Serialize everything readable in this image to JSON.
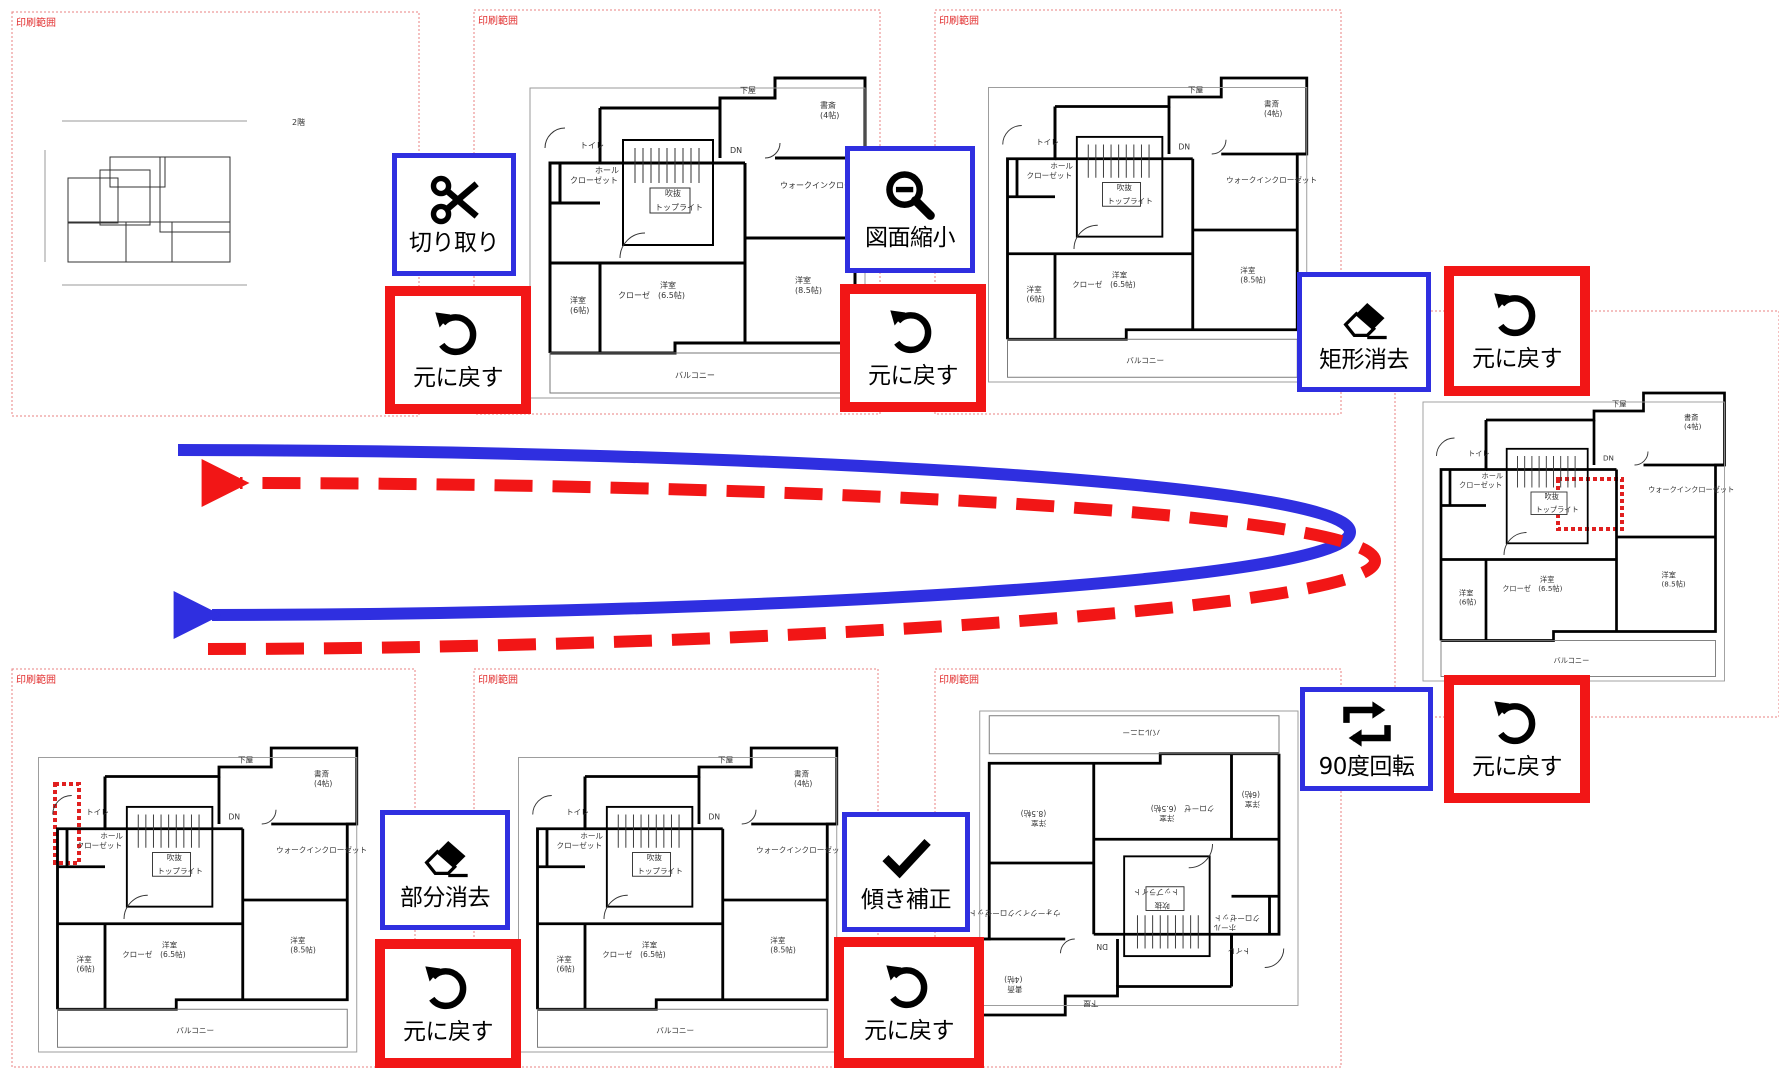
{
  "frame_label": "印刷範囲",
  "plan": {
    "top_hall": "下屋",
    "study": "書斎",
    "study_size": "(4帖)",
    "walk_in": "ウォークインクローゼット",
    "closet": "クローゼット",
    "closet_short": "クローゼ",
    "hall": "ホール",
    "toilet": "トイレ",
    "atrium": "吹抜",
    "toplight": "トップライト",
    "western": "洋室",
    "size_6": "(6帖)",
    "size_65": "(6.5帖)",
    "size_85": "(8.5帖)",
    "balcony": "バルコニー",
    "down": "DN",
    "floor2": "2階"
  },
  "tools": {
    "crop": {
      "label": "切り取り",
      "icon": "scissors-icon"
    },
    "zoom_out": {
      "label": "図面縮小",
      "icon": "zoom-out-icon"
    },
    "rect_erase": {
      "label": "矩形消去",
      "icon": "eraser-icon"
    },
    "rotate90": {
      "label": "90度回転",
      "icon": "rotate-icon"
    },
    "partial_erase": {
      "label": "部分消去",
      "icon": "eraser-icon"
    },
    "deskew": {
      "label": "傾き補正",
      "icon": "check-icon"
    },
    "undo": {
      "label": "元に戻す",
      "icon": "undo-icon"
    }
  },
  "colors": {
    "blue": "#2f2fe0",
    "red": "#f21616",
    "frame": "#e23030"
  }
}
